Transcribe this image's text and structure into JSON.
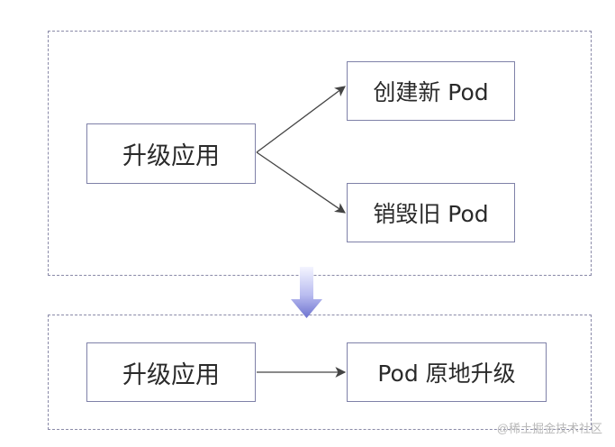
{
  "diagram": {
    "top_group": {
      "source_label": "升级应用",
      "target_create_label": "创建新 Pod",
      "target_destroy_label": "销毁旧 Pod"
    },
    "bottom_group": {
      "source_label": "升级应用",
      "target_label": "Pod 原地升级"
    },
    "colors": {
      "border": "#7f81a8",
      "dashed_border": "#8a8aa8",
      "arrow": "#444444",
      "transition_arrow": "#7b7fd0",
      "text": "#2a2a2a"
    }
  },
  "watermark": "@稀土掘金技术社区"
}
